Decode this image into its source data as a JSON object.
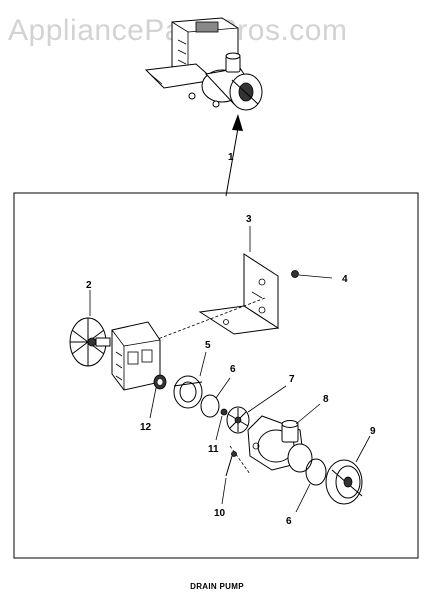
{
  "watermark": "AppliancePartsPros.com",
  "caption": "DRAIN PUMP",
  "callouts": {
    "c1": "1",
    "c2": "2",
    "c3": "3",
    "c4": "4",
    "c5": "5",
    "c6a": "6",
    "c6b": "6",
    "c7": "7",
    "c8": "8",
    "c9": "9",
    "c10": "10",
    "c11": "11",
    "c12": "12"
  }
}
